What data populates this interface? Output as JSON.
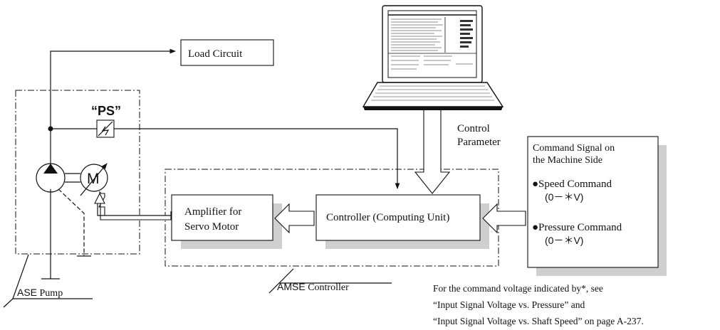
{
  "labels": {
    "load_circuit": "Load Circuit",
    "ps": "“PS”",
    "motor": "M",
    "control_parameter_line1": "Control",
    "control_parameter_line2": "Parameter",
    "amplifier_line1": "Amplifier for",
    "amplifier_line2": "Servo Motor",
    "controller": "Controller (Computing Unit)",
    "command_title_line1": "Command Signal on",
    "command_title_line2": "the Machine Side",
    "speed_command": "●Speed Command",
    "speed_range": "(0－＊V)",
    "pressure_command": "●Pressure Command",
    "pressure_range": "(0－＊V)",
    "amse_prefix": "AMSE",
    "amse_suffix": " Controller",
    "ase_prefix": "ASE",
    "ase_suffix": " Pump"
  },
  "note": {
    "line1": "For the command voltage indicated by*, see",
    "line2": "“Input Signal Voltage vs. Pressure” and",
    "line3": "“Input Signal Voltage vs. Shaft Speed” on page A-237."
  }
}
